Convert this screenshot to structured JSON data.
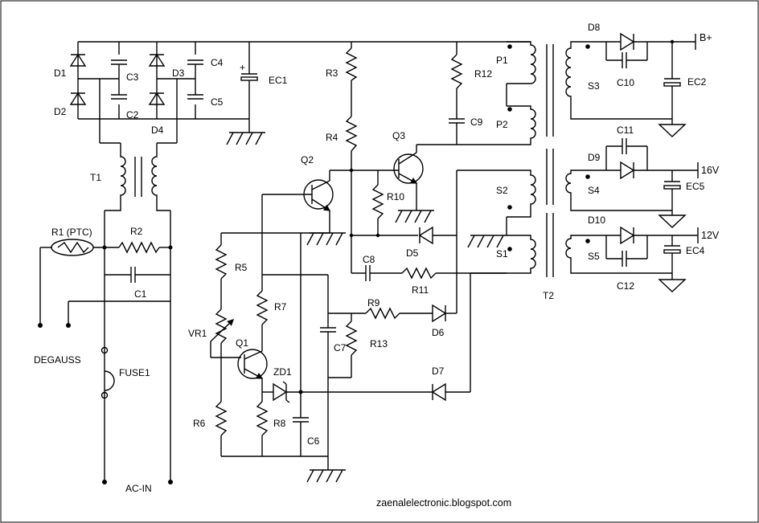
{
  "labels": {
    "D1": "D1",
    "D2": "D2",
    "D3": "D3",
    "D4": "D4",
    "D5": "D5",
    "D6": "D6",
    "D7": "D7",
    "D8": "D8",
    "D9": "D9",
    "D10": "D10",
    "ZD1": "ZD1",
    "C1": "C1",
    "C2": "C2",
    "C3": "C3",
    "C4": "C4",
    "C5": "C5",
    "C6": "C6",
    "C7": "C7",
    "C8": "C8",
    "C9": "C9",
    "C10": "C10",
    "C11": "C11",
    "C12": "C12",
    "EC1": "EC1",
    "EC2": "EC2",
    "EC4": "EC4",
    "EC5": "EC5",
    "R1": "R1 (PTC)",
    "R2": "R2",
    "R3": "R3",
    "R4": "R4",
    "R5": "R5",
    "R6": "R6",
    "R7": "R7",
    "R8": "R8",
    "R9": "R9",
    "R10": "R10",
    "R11": "R11",
    "R12": "R12",
    "R13": "R13",
    "VR1": "VR1",
    "Q1": "Q1",
    "Q2": "Q2",
    "Q3": "Q3",
    "T1": "T1",
    "T2": "T2",
    "P1": "P1",
    "P2": "P2",
    "S1": "S1",
    "S2": "S2",
    "S3": "S3",
    "S4": "S4",
    "S5": "S5",
    "FUSE1": "FUSE1",
    "DEGAUSS": "DEGAUSS",
    "ACIN": "AC-IN",
    "Bplus": "B+",
    "V16": "16V",
    "V12": "12V"
  },
  "watermark": "zaenalelectronic.blogspot.com"
}
